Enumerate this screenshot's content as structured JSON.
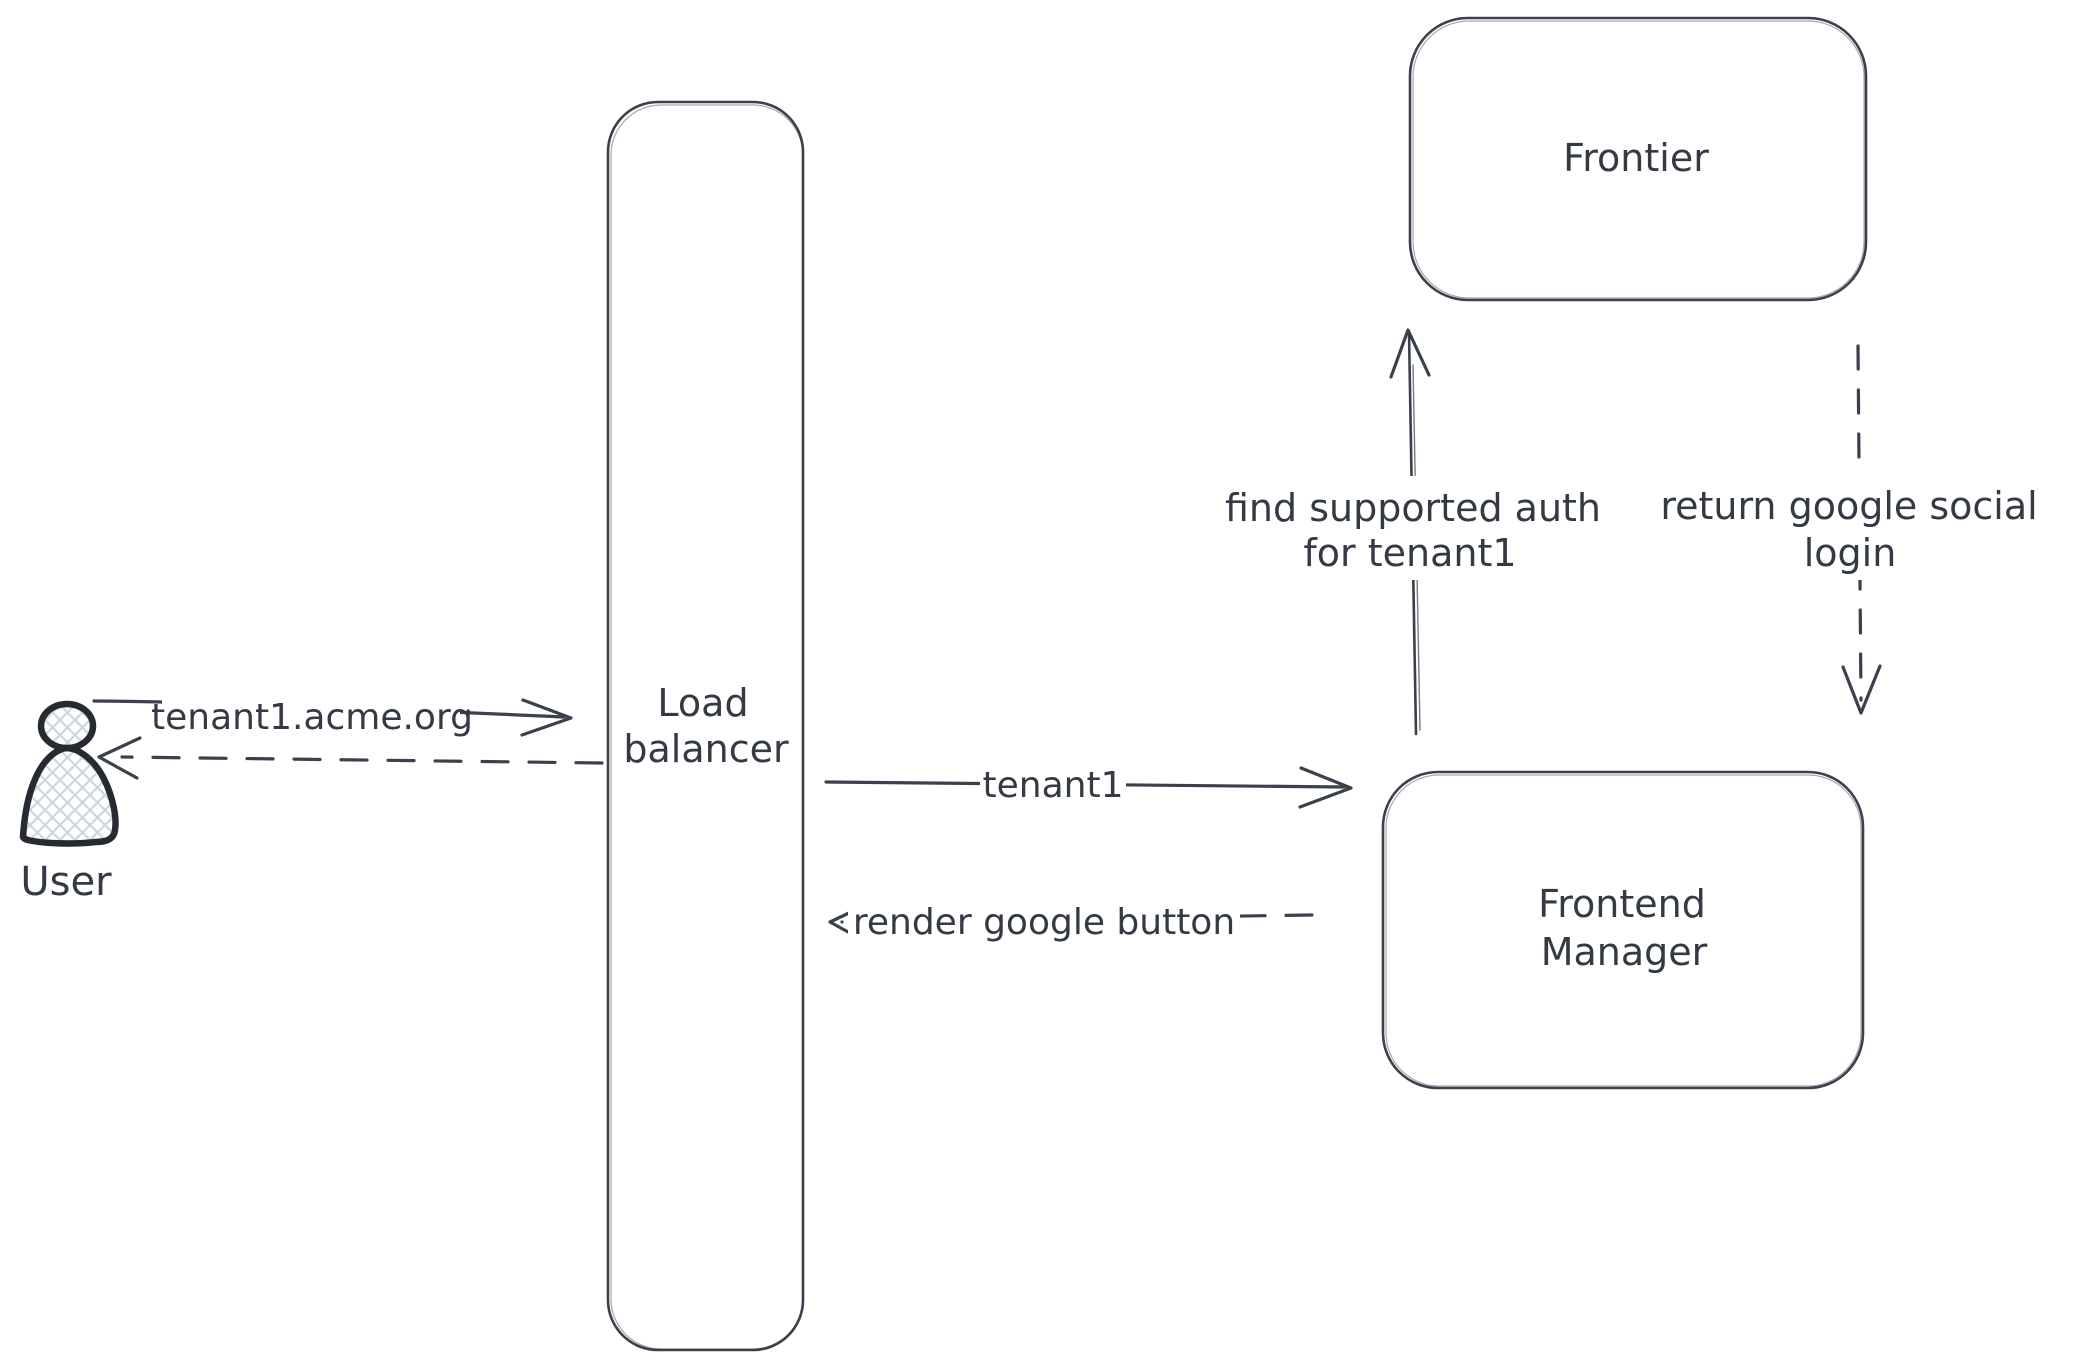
{
  "diagram": {
    "canvas": {
      "background": "#ffffff",
      "stroke_color": "#3a414c",
      "text_color": "#333a44",
      "hatch_fill_color": "#cdd6df",
      "person_stroke_color": "#262b32"
    },
    "nodes": [
      {
        "id": "user",
        "type": "person",
        "label": "User"
      },
      {
        "id": "load-balancer",
        "type": "rounded-rect",
        "label": "Load balancer",
        "label_lines": [
          "Load",
          "balancer"
        ]
      },
      {
        "id": "frontier",
        "type": "rounded-rect",
        "label": "Frontier"
      },
      {
        "id": "frontend-manager",
        "type": "rounded-rect",
        "label": "Frontend Manager",
        "label_lines": [
          "Frontend",
          "Manager"
        ]
      }
    ],
    "edges": [
      {
        "id": "user-to-lb",
        "from": "user",
        "to": "load-balancer",
        "style": "solid",
        "direction": "right",
        "label": "tenant1.acme.org"
      },
      {
        "id": "lb-to-user",
        "from": "load-balancer",
        "to": "user",
        "style": "dashed",
        "direction": "left",
        "label": ""
      },
      {
        "id": "lb-to-fm",
        "from": "load-balancer",
        "to": "frontend-manager",
        "style": "solid",
        "direction": "right",
        "label": "tenant1"
      },
      {
        "id": "fm-to-lb",
        "from": "frontend-manager",
        "to": "load-balancer",
        "style": "dashed",
        "direction": "left",
        "label": "render google button"
      },
      {
        "id": "fm-to-frontier",
        "from": "frontend-manager",
        "to": "frontier",
        "style": "solid",
        "direction": "up",
        "label": "find supported auth for tenant1",
        "label_lines": [
          "find supported auth",
          "for tenant1"
        ]
      },
      {
        "id": "frontier-to-fm",
        "from": "frontier",
        "to": "frontend-manager",
        "style": "dashed",
        "direction": "down",
        "label": "return google social login",
        "label_lines": [
          "return google social",
          "login"
        ]
      }
    ]
  }
}
